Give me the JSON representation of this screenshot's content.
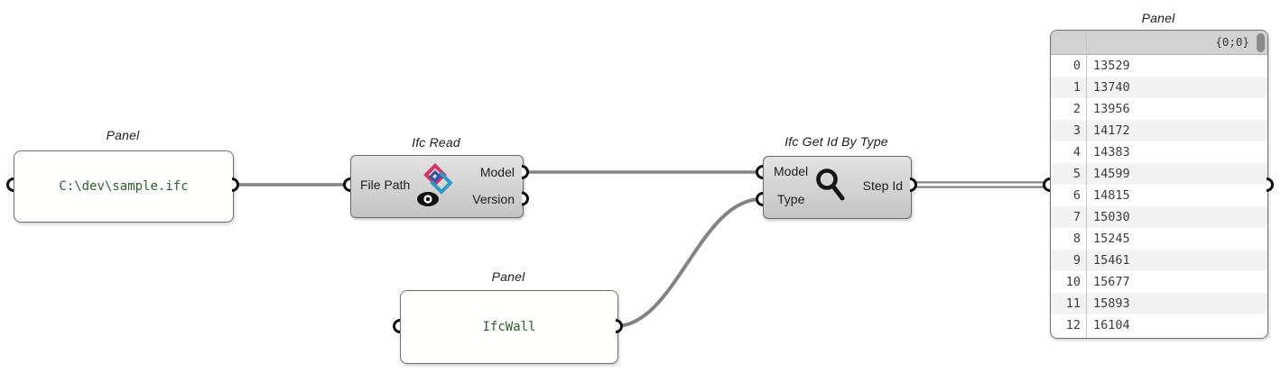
{
  "app": "grasshopper-canvas",
  "colors": {
    "canvas_bg": "#ffffff",
    "wire": "#838383",
    "node_fill": "#d6d6d6",
    "node_border": "#6a6a6a",
    "panel_text_green": "#2d5f2d",
    "list_header_bg": "#d2d2d2",
    "row_alt_bg": "#f3f3f3",
    "grip_stroke": "#111111"
  },
  "panel_file": {
    "title": "Panel",
    "content": "C:\\dev\\sample.ifc"
  },
  "ifc_read": {
    "title": "Ifc Read",
    "input_label": "File Path",
    "output1_label": "Model",
    "output2_label": "Version",
    "icon": "ifc-logo-eye-icon"
  },
  "ifc_get_id": {
    "title": "Ifc Get Id By Type",
    "input1_label": "Model",
    "input2_label": "Type",
    "output_label": "Step Id",
    "icon": "magnifier-icon"
  },
  "panel_type": {
    "title": "Panel",
    "content": "IfcWall"
  },
  "panel_output": {
    "title": "Panel",
    "path_header": "{0;0}",
    "rows": [
      {
        "index": "0",
        "value": "13529"
      },
      {
        "index": "1",
        "value": "13740"
      },
      {
        "index": "2",
        "value": "13956"
      },
      {
        "index": "3",
        "value": "14172"
      },
      {
        "index": "4",
        "value": "14383"
      },
      {
        "index": "5",
        "value": "14599"
      },
      {
        "index": "6",
        "value": "14815"
      },
      {
        "index": "7",
        "value": "15030"
      },
      {
        "index": "8",
        "value": "15245"
      },
      {
        "index": "9",
        "value": "15461"
      },
      {
        "index": "10",
        "value": "15677"
      },
      {
        "index": "11",
        "value": "15893"
      },
      {
        "index": "12",
        "value": "16104"
      }
    ]
  }
}
